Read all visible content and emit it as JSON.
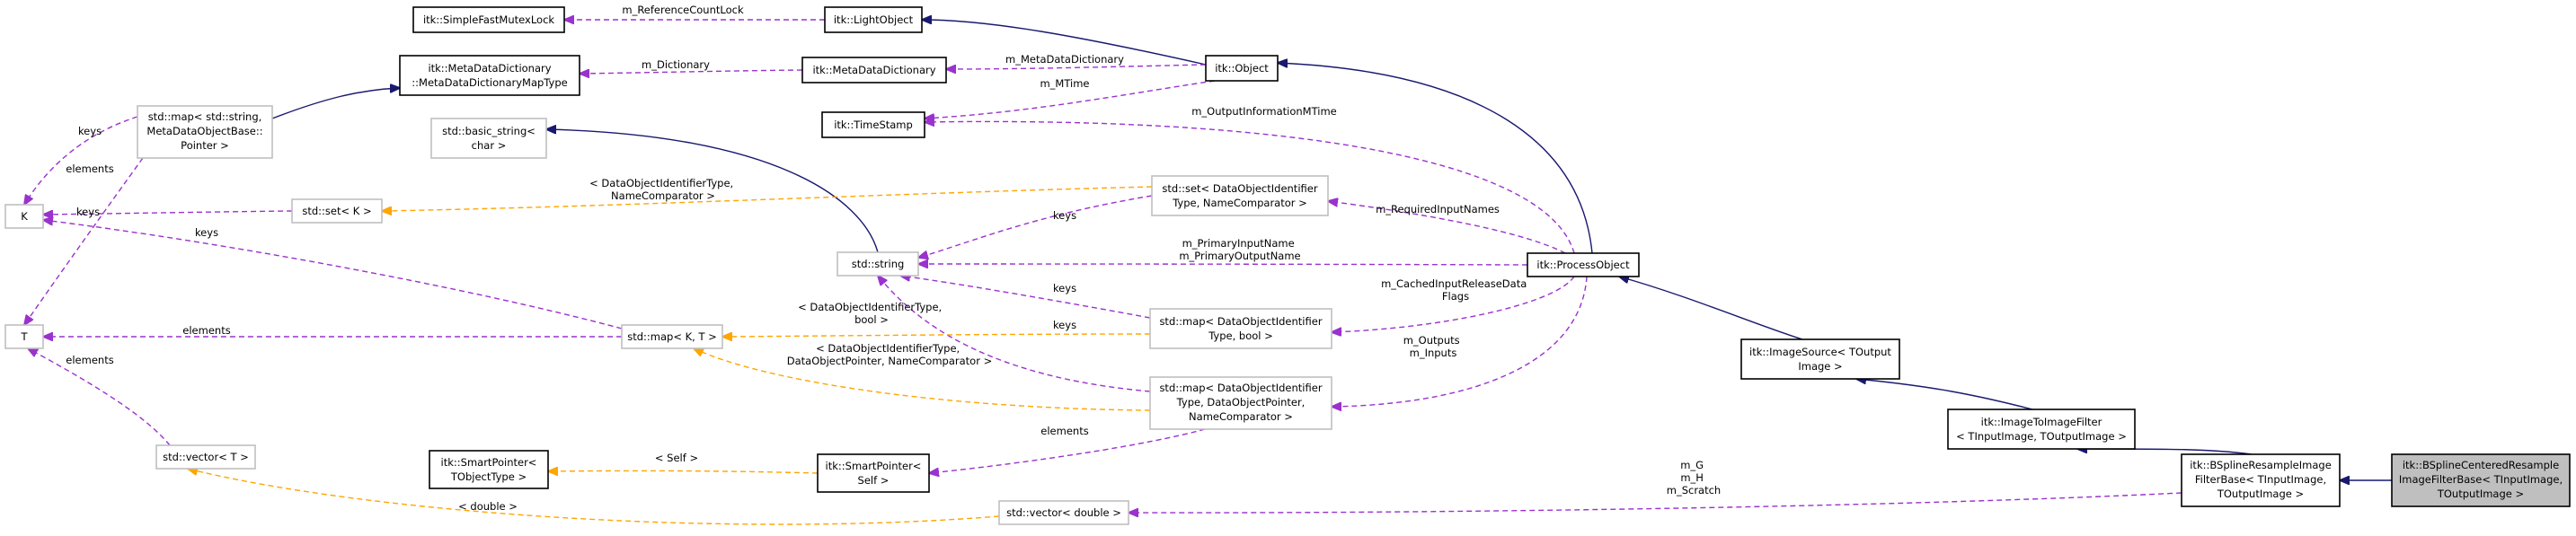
{
  "nodes": {
    "spinlock": [
      "itk::SimpleFastMutexLock"
    ],
    "lightobj": [
      "itk::LightObject"
    ],
    "mdd_map": [
      "itk::MetaDataDictionary",
      "::MetaDataDictionaryMapType"
    ],
    "mdd": [
      "itk::MetaDataDictionary"
    ],
    "object": [
      "itk::Object"
    ],
    "timestamp": [
      "itk::TimeStamp"
    ],
    "stdmap_string": [
      "std::map< std::string,",
      "MetaDataObjectBase::",
      "Pointer >"
    ],
    "basic_string": [
      "std::basic_string<",
      "char >"
    ],
    "K": [
      "K"
    ],
    "set_K": [
      "std::set< K >"
    ],
    "set_doi": [
      "std::set< DataObjectIdentifier",
      "Type, NameComparator >"
    ],
    "string": [
      "std::string"
    ],
    "process": [
      "itk::ProcessObject"
    ],
    "T": [
      "T"
    ],
    "map_KT": [
      "std::map< K, T >"
    ],
    "map_doi_bool": [
      "std::map< DataObjectIdentifier",
      "Type, bool >"
    ],
    "imgsrc": [
      "itk::ImageSource< TOutput",
      "Image >"
    ],
    "map_doi_ptr": [
      "std::map< DataObjectIdentifier",
      "Type, DataObjectPointer,",
      "NameComparator >"
    ],
    "smartptr_t": [
      "itk::SmartPointer<",
      "TObjectType >"
    ],
    "smartptr_self": [
      "itk::SmartPointer<",
      "Self >"
    ],
    "vector_T": [
      "std::vector< T >"
    ],
    "img2img": [
      "itk::ImageToImageFilter",
      "< TInputImage, TOutputImage >"
    ],
    "vector_double": [
      "std::vector< double >"
    ],
    "bspline_base": [
      "itk::BSplineResampleImage",
      "FilterBase< TInputImage,",
      "TOutputImage >"
    ],
    "bspline_centered": [
      "itk::BSplineCenteredResample",
      "ImageFilterBase< TInputImage,",
      "TOutputImage >"
    ]
  },
  "edge_labels": {
    "ref_count_lock": "m_ReferenceCountLock",
    "dictionary": "m_Dictionary",
    "mdd_member": "m_MetaDataDictionary",
    "mtime": "m_MTime",
    "output_info_mtime": "m_OutputInformationMTime",
    "keys_map1": "keys",
    "elements_map1": "elements",
    "keys_setK": "keys",
    "keys_mapKT": "keys",
    "elements_mapKT": "elements",
    "elements_vecT": "elements",
    "set_K_tmpl": [
      "< DataObjectIdentifierType,",
      "NameComparator >"
    ],
    "keys_setdoi": "keys",
    "required_inputs": "m_RequiredInputNames",
    "primary_names": [
      "m_PrimaryInputName",
      "m_PrimaryOutputName"
    ],
    "keys_mapbool": "keys",
    "keys_mapbool2": "keys",
    "map_bool_tmpl": [
      "< DataObjectIdentifierType,",
      "bool >"
    ],
    "map_ptr_tmpl": [
      "< DataObjectIdentifierType,",
      "DataObjectPointer, NameComparator >"
    ],
    "cached_flags": [
      "m_CachedInputReleaseData",
      "Flags"
    ],
    "outputs_inputs": [
      "m_Outputs",
      "m_Inputs"
    ],
    "elements_ptr": "elements",
    "self_tmpl": "< Self >",
    "double_tmpl": "< double >",
    "g_h_scratch": [
      "m_G",
      "m_H",
      "m_Scratch"
    ]
  },
  "colors": {
    "inheritance": "#191970",
    "member": "#9a32cd",
    "template": "#ffa500",
    "focus_fill": "#bfbfbf"
  }
}
